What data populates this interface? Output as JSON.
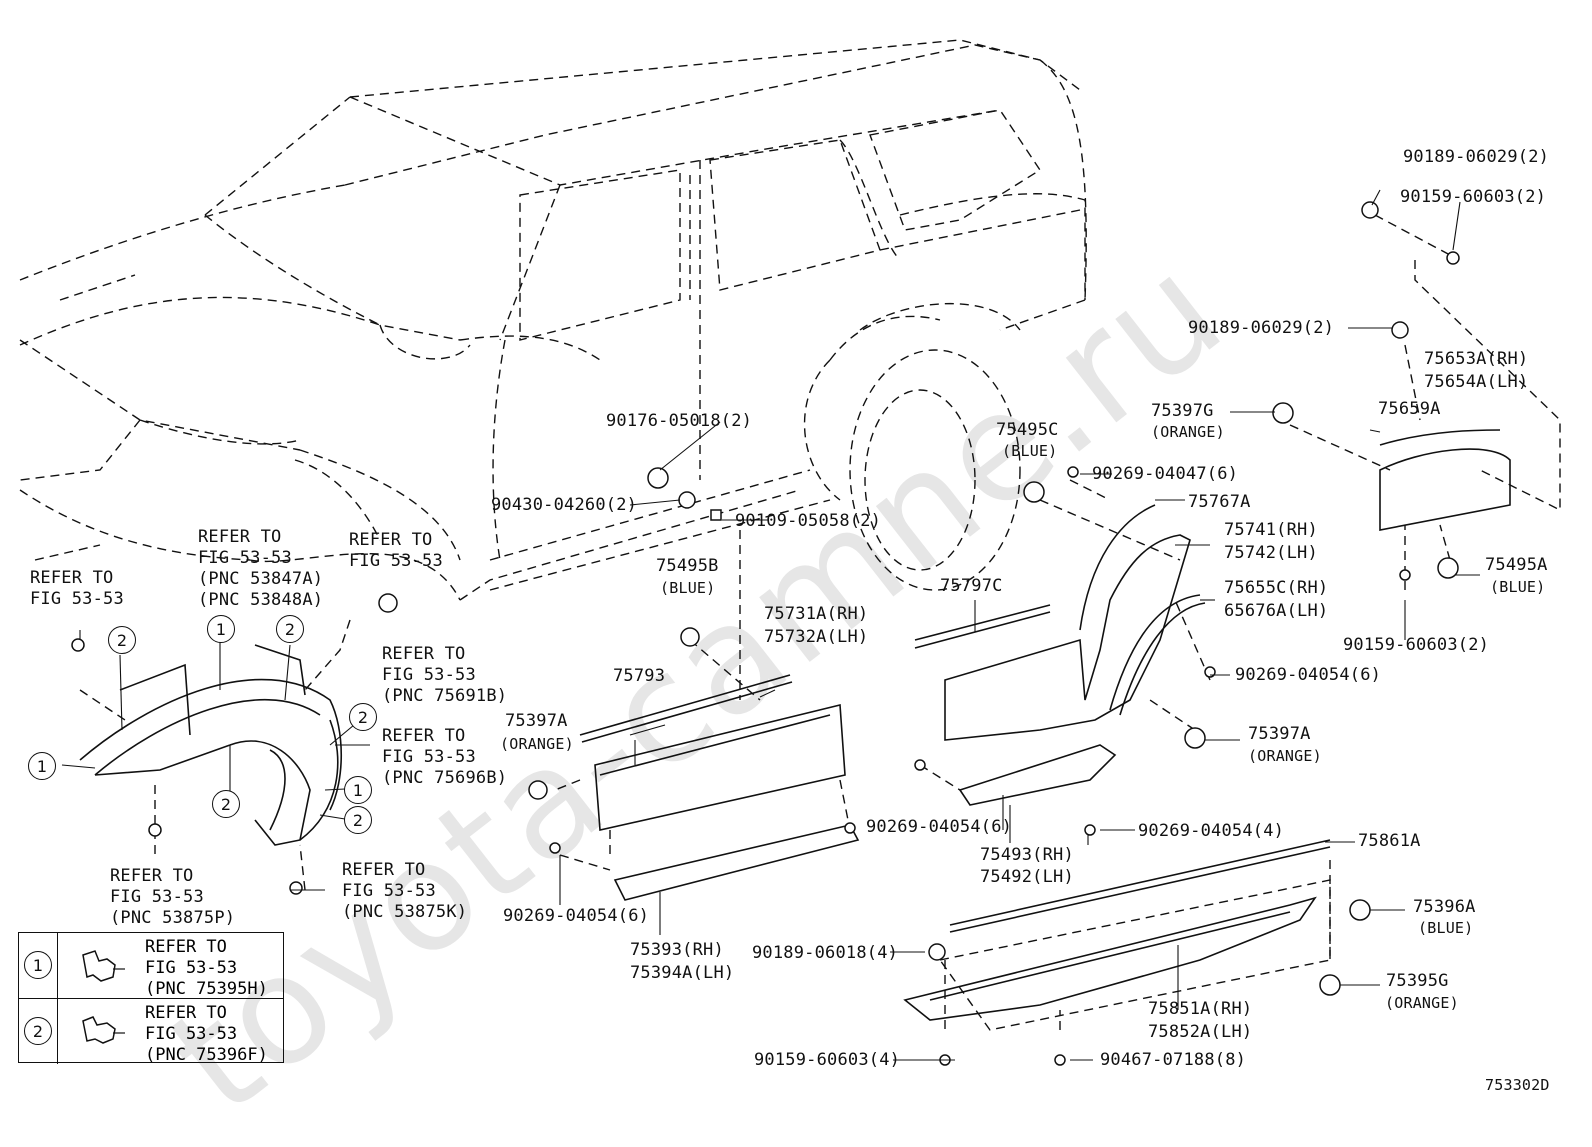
{
  "watermark": "toyota-camne.ru",
  "diagram_id": "753302D",
  "labels": {
    "p90189_06029_a": "90189-06029(2)",
    "p90159_60603_a": "90159-60603(2)",
    "p90189_06029_b": "90189-06029(2)",
    "p75653A": "75653A(RH)",
    "p75654A": "75654A(LH)",
    "p75397G": "75397G",
    "p75397G_c": "(ORANGE)",
    "p75659A": "75659A",
    "p90176": "90176-05018(2)",
    "p75495C": "75495C",
    "p75495C_c": "(BLUE)",
    "p90269_04047": "90269-04047(6)",
    "p90430": "90430-04260(2)",
    "p90109": "90109-05058(2)",
    "p75767A": "75767A",
    "p75741": "75741(RH)",
    "p75742": "75742(LH)",
    "p75495A": "75495A",
    "p75495A_c": "(BLUE)",
    "p75655C": "75655C(RH)",
    "p65676A": "65676A(LH)",
    "p90159_60603_b": "90159-60603(2)",
    "p75495B": "75495B",
    "p75495B_c": "(BLUE)",
    "p75731A": "75731A(RH)",
    "p75732A": "75732A(LH)",
    "p75797C": "75797C",
    "p90269_04054_a": "90269-04054(6)",
    "p75793": "75793",
    "p75397A_a": "75397A",
    "p75397A_a_c": "(ORANGE)",
    "p75397A_b": "75397A",
    "p75397A_b_c": "(ORANGE)",
    "p90269_04054_b": "90269-04054(6)",
    "p90269_04054_c": "90269-04054(4)",
    "p75493": "75493(RH)",
    "p75492": "75492(LH)",
    "p75861A": "75861A",
    "p75396A": "75396A",
    "p75396A_c": "(BLUE)",
    "p90269_04054_d": "90269-04054(6)",
    "p75393": "75393(RH)",
    "p75394A": "75394A(LH)",
    "p90189_06018": "90189-06018(4)",
    "p75395G": "75395G",
    "p75395G_c": "(ORANGE)",
    "p75851A": "75851A(RH)",
    "p75852A": "75852A(LH)",
    "p90159_60603_c": "90159-60603(4)",
    "p90467": "90467-07188(8)"
  },
  "refer_notes": {
    "r1": "REFER TO\nFIG 53-53",
    "r2": "REFER TO\nFIG 53-53\n(PNC 53847A)\n(PNC 53848A)",
    "r3": "REFER TO\nFIG 53-53",
    "r4": "REFER TO\nFIG 53-53\n(PNC 75691B)",
    "r5": "REFER TO\nFIG 53-53\n(PNC 75696B)",
    "r6": "REFER TO\nFIG 53-53\n(PNC 53875P)",
    "r7": "REFER TO\nFIG 53-53\n(PNC 53875K)"
  },
  "callouts": [
    "1",
    "2"
  ],
  "legend": [
    {
      "num": "1",
      "text": "REFER TO\nFIG 53-53\n(PNC 75395H)"
    },
    {
      "num": "2",
      "text": "REFER TO\nFIG 53-53\n(PNC 75396F)"
    }
  ]
}
